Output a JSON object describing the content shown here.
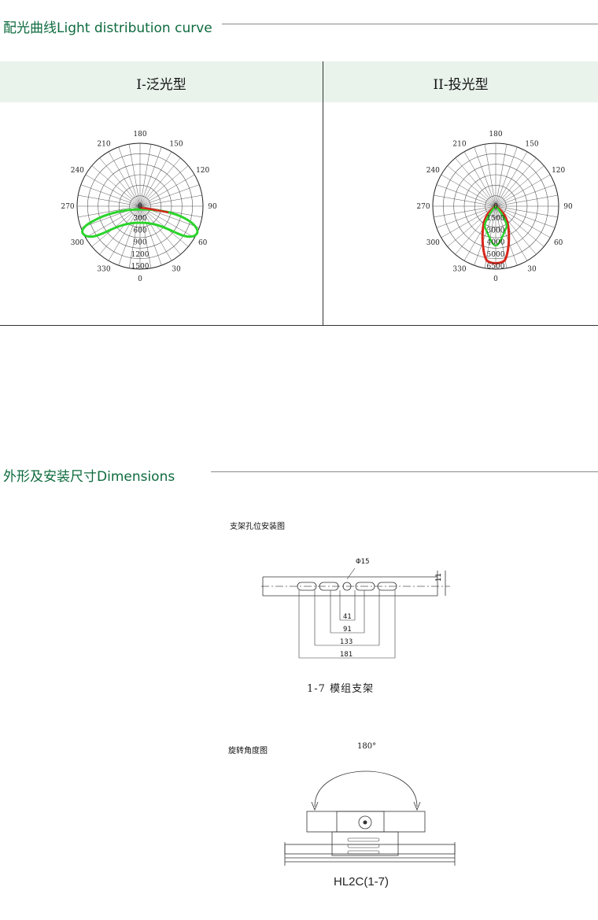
{
  "section1": {
    "title": "配光曲线Light distribution curve"
  },
  "panels": [
    {
      "label": "I-泛光型",
      "angles": [
        "180",
        "150",
        "120",
        "90",
        "60",
        "30",
        "0",
        "330",
        "300",
        "270",
        "240",
        "210"
      ],
      "radial_labels": [
        "0",
        "300",
        "600",
        "900",
        "1200",
        "1500"
      ]
    },
    {
      "label": "II-投光型",
      "angles": [
        "180",
        "150",
        "120",
        "90",
        "60",
        "30",
        "0",
        "330",
        "300",
        "270",
        "240",
        "210"
      ],
      "radial_labels": [
        "0",
        "1500",
        "3000",
        "4000",
        "5000",
        "6500"
      ]
    }
  ],
  "section2": {
    "title": "外形及安装尺寸Dimensions"
  },
  "drawing1": {
    "caption_top": "支架孔位安装图",
    "phi_label": "Φ15",
    "height_label": "11",
    "dims": [
      "41",
      "91",
      "133",
      "181"
    ],
    "caption_bottom": "1-7 模组支架"
  },
  "drawing2": {
    "caption_top": "旋转角度图",
    "angle_label": "180°",
    "caption_bottom": "HL2C(1-7)"
  },
  "colors": {
    "title_green": "#0e6b3e",
    "band": "#e9f3ec",
    "curve_green": "#2bd42b",
    "curve_red": "#d8261b"
  }
}
